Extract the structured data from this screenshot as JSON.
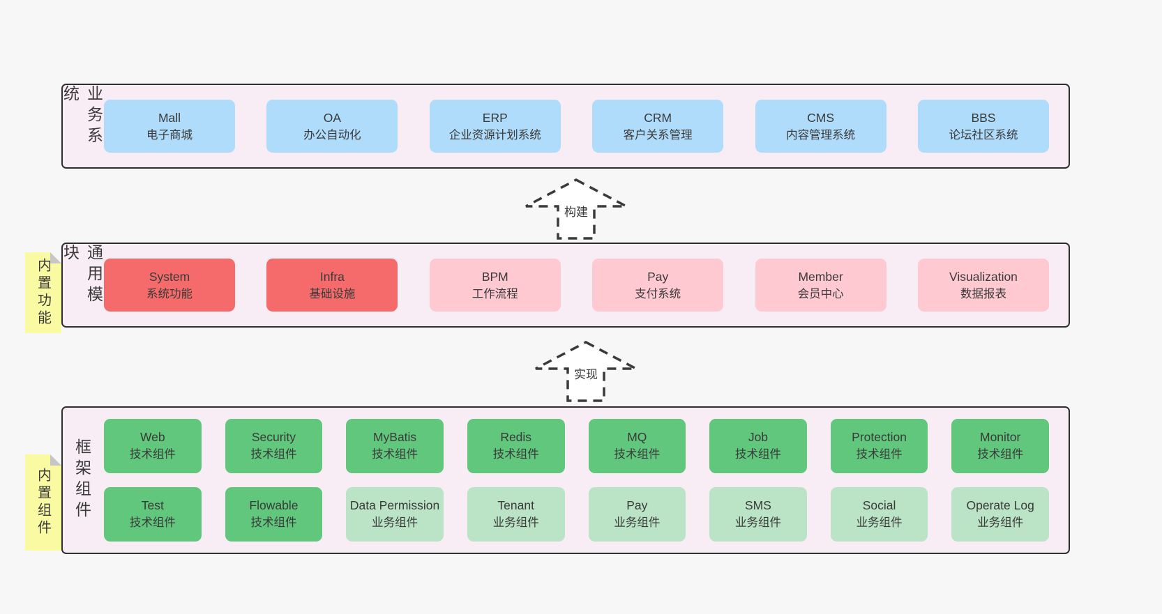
{
  "bands": [
    {
      "label": "业务系统",
      "boxes": [
        {
          "title": "Mall",
          "subtitle": "电子商城",
          "type": "blue"
        },
        {
          "title": "OA",
          "subtitle": "办公自动化",
          "type": "blue"
        },
        {
          "title": "ERP",
          "subtitle": "企业资源计划系统",
          "type": "blue"
        },
        {
          "title": "CRM",
          "subtitle": "客户关系管理",
          "type": "blue"
        },
        {
          "title": "CMS",
          "subtitle": "内容管理系统",
          "type": "blue"
        },
        {
          "title": "BBS",
          "subtitle": "论坛社区系统",
          "type": "blue"
        }
      ]
    },
    {
      "label": "通用模块",
      "sticky": "内置功能",
      "boxes": [
        {
          "title": "System",
          "subtitle": "系统功能",
          "type": "red"
        },
        {
          "title": "Infra",
          "subtitle": "基础设施",
          "type": "red"
        },
        {
          "title": "BPM",
          "subtitle": "工作流程",
          "type": "pink"
        },
        {
          "title": "Pay",
          "subtitle": "支付系统",
          "type": "pink"
        },
        {
          "title": "Member",
          "subtitle": "会员中心",
          "type": "pink"
        },
        {
          "title": "Visualization",
          "subtitle": "数据报表",
          "type": "pink"
        }
      ]
    },
    {
      "label": "框架组件",
      "sticky": "内置组件",
      "row1": [
        {
          "title": "Web",
          "subtitle": "技术组件",
          "type": "green"
        },
        {
          "title": "Security",
          "subtitle": "技术组件",
          "type": "green"
        },
        {
          "title": "MyBatis",
          "subtitle": "技术组件",
          "type": "green"
        },
        {
          "title": "Redis",
          "subtitle": "技术组件",
          "type": "green"
        },
        {
          "title": "MQ",
          "subtitle": "技术组件",
          "type": "green"
        },
        {
          "title": "Job",
          "subtitle": "技术组件",
          "type": "green"
        },
        {
          "title": "Protection",
          "subtitle": "技术组件",
          "type": "green"
        },
        {
          "title": "Monitor",
          "subtitle": "技术组件",
          "type": "green"
        }
      ],
      "row2": [
        {
          "title": "Test",
          "subtitle": "技术组件",
          "type": "green"
        },
        {
          "title": "Flowable",
          "subtitle": "技术组件",
          "type": "green"
        },
        {
          "title": "Data Permission",
          "subtitle": "业务组件",
          "type": "lightgreen"
        },
        {
          "title": "Tenant",
          "subtitle": "业务组件",
          "type": "lightgreen"
        },
        {
          "title": "Pay",
          "subtitle": "业务组件",
          "type": "lightgreen"
        },
        {
          "title": "SMS",
          "subtitle": "业务组件",
          "type": "lightgreen"
        },
        {
          "title": "Social",
          "subtitle": "业务组件",
          "type": "lightgreen"
        },
        {
          "title": "Operate Log",
          "subtitle": "业务组件",
          "type": "lightgreen"
        }
      ]
    }
  ],
  "arrows": [
    {
      "label": "构建"
    },
    {
      "label": "实现"
    }
  ],
  "colors": {
    "page_bg": "#f7f7f7",
    "band_bg": "#f8edf5",
    "band_border": "#2f2f2f",
    "blue": "#aedcfa",
    "red": "#f56b6b",
    "pink": "#ffc9d2",
    "green": "#60c77d",
    "light_green": "#bae4c5",
    "sticky_yellow": "#fafaa2",
    "sticky_fold": "#c6c6c6",
    "text": "#3a3a3a"
  }
}
